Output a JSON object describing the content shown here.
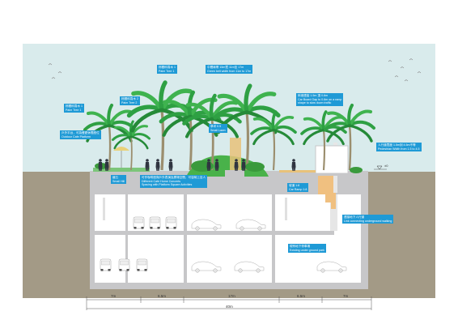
{
  "labels": {
    "palm1": {
      "cn": "棕櫚科喬木 1",
      "en": "Palm Tree 1"
    },
    "palm1b": {
      "cn": "棕櫚科喬木 1",
      "en": "Palm Tree 1"
    },
    "palm2": {
      "cn": "棕櫚科喬木 2",
      "en": "Palm Tree 2"
    },
    "green_belt": {
      "cn": "中間綠帶 15m寬 11m至 17m",
      "en": "Green belt width from 11m to 17m"
    },
    "canopy": {
      "cn": "戶外平台，可為餐廳休閒座位",
      "en": "Outdoor Cafe Platform"
    },
    "small_lawn": {
      "cn": "草坪 0.5",
      "en": "Small Lawn"
    },
    "small_hill": {
      "cn": "緩丘",
      "en": "Small Hill"
    },
    "deflector": {
      "cn": "斜坡連接 1.5m 頂 0.6m",
      "en": "Car Board Gap to 0.6m on a ramp",
      "en2": "shape to slow down traffic"
    },
    "cafe": {
      "cn": "可作咖啡座與戶外表演及廣場空間，可容納上百人",
      "en": "Different Cafe Home Concerts",
      "en2": "Spacing with Platform Square Activities"
    },
    "ramp": {
      "cn": "坡道 1:8",
      "en": "Car Ramp 1:8"
    },
    "ped": {
      "cn": "人行道寬度 1.5m到 4.5m不等",
      "en": "Pedestrian Width from 1.5 to 4.5"
    },
    "underpass": {
      "cn": "連接地下人行道",
      "en": "Link connecting underground walking"
    },
    "parking": {
      "cn": "現有地下停車場",
      "en": "Existing under ground park"
    }
  },
  "dims": [
    "7m",
    "6.5m",
    "17m",
    "6.5m",
    "7m"
  ],
  "total": "40m",
  "level_mark": "±0",
  "colors": {
    "sky": "#d9ebec",
    "ground": "#a39a86",
    "palm": "#2ea043",
    "tag": "#1f9ad6",
    "water": "#73c0e8"
  },
  "icons": [
    "palm-tree-icon",
    "car-icon",
    "person-icon",
    "bird-icon",
    "umbrella-icon"
  ]
}
